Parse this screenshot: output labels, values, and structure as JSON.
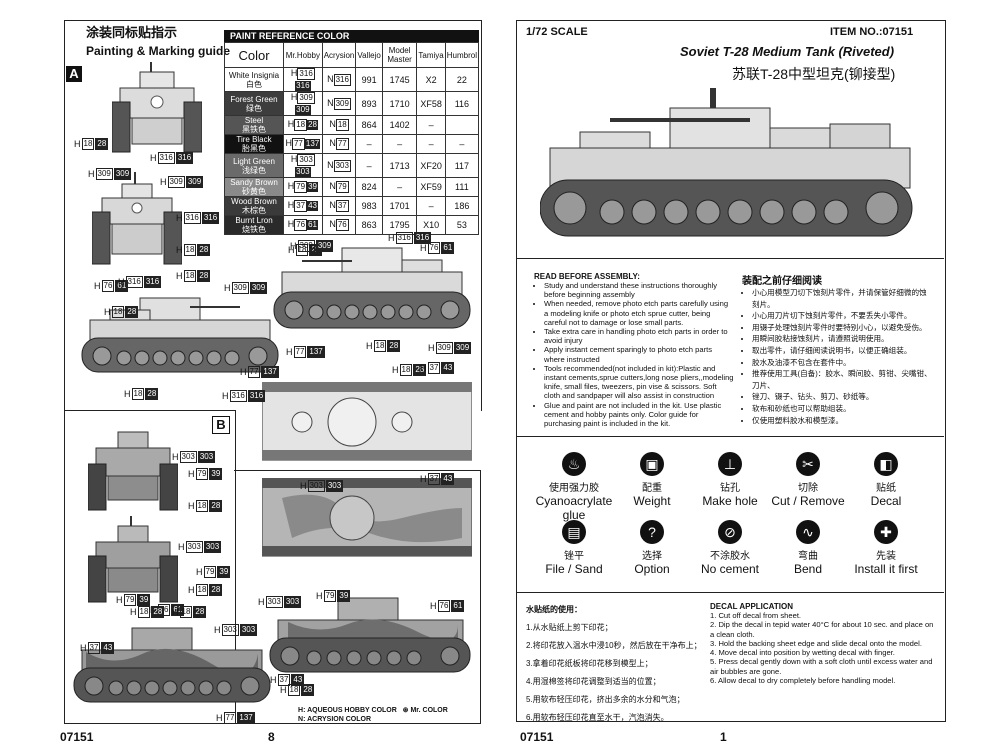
{
  "left_page": {
    "title_cn": "涂装同标贴指示",
    "title_en": "Painting & Marking guide",
    "section_a": "A",
    "section_b": "B",
    "page_code": "07151",
    "page_number": "8",
    "paint_table": {
      "header_title": "PAINT REFERENCE COLOR",
      "columns": [
        "Color",
        "Mr.Hobby",
        "Acrysion",
        "Vallejo",
        "Model Master",
        "Tamiya",
        "Humbrol"
      ],
      "rows": [
        {
          "name": "White Insignia",
          "cn": "白色",
          "swatch": "#ffffff",
          "text_color": "#111111",
          "hobby_h": "316",
          "hobby_d": "316",
          "acry": "316",
          "vallejo": "991",
          "mm": "1745",
          "tamiya": "X2",
          "humbrol": "22"
        },
        {
          "name": "Forest Green",
          "cn": "绿色",
          "swatch": "#3d3d3d",
          "text_color": "#ffffff",
          "hobby_h": "309",
          "hobby_d": "309",
          "acry": "309",
          "vallejo": "893",
          "mm": "1710",
          "tamiya": "XF58",
          "humbrol": "116"
        },
        {
          "name": "Steel",
          "cn": "黑铁色",
          "swatch": "#555555",
          "text_color": "#ffffff",
          "hobby_h": "18",
          "hobby_d": "28",
          "acry": "18",
          "vallejo": "864",
          "mm": "1402",
          "tamiya": "–",
          "humbrol": ""
        },
        {
          "name": "Tire Black",
          "cn": "胎黑色",
          "swatch": "#111111",
          "text_color": "#ffffff",
          "hobby_h": "77",
          "hobby_d": "137",
          "acry": "77",
          "vallejo": "–",
          "mm": "–",
          "tamiya": "–",
          "humbrol": "–"
        },
        {
          "name": "Light Green",
          "cn": "浅绿色",
          "swatch": "#6a6a6a",
          "text_color": "#ffffff",
          "hobby_h": "303",
          "hobby_d": "303",
          "acry": "303",
          "vallejo": "–",
          "mm": "1713",
          "tamiya": "XF20",
          "humbrol": "117"
        },
        {
          "name": "Sandy Brown",
          "cn": "砂黄色",
          "swatch": "#8a8a8a",
          "text_color": "#ffffff",
          "hobby_h": "79",
          "hobby_d": "39",
          "acry": "79",
          "vallejo": "824",
          "mm": "–",
          "tamiya": "XF59",
          "humbrol": "111"
        },
        {
          "name": "Wood Brown",
          "cn": "木棕色",
          "swatch": "#3a3a3a",
          "text_color": "#ffffff",
          "hobby_h": "37",
          "hobby_d": "43",
          "acry": "37",
          "vallejo": "983",
          "mm": "1701",
          "tamiya": "–",
          "humbrol": "186"
        },
        {
          "name": "Burnt Lron",
          "cn": "烧铁色",
          "swatch": "#2a2a2a",
          "text_color": "#ffffff",
          "hobby_h": "76",
          "hobby_d": "61",
          "acry": "76",
          "vallejo": "863",
          "mm": "1795",
          "tamiya": "X10",
          "humbrol": "53"
        }
      ]
    },
    "legend_h": "H",
    "legend_h_text": "AQUEOUS HOBBY COLOR",
    "legend_mr": "Mr. COLOR",
    "legend_n": "N",
    "legend_n_text": "ACRYSION COLOR"
  },
  "right_page": {
    "scale": "1/72 SCALE",
    "item_no": "ITEM NO.:07151",
    "product_title_en": "Soviet T-28 Medium Tank (Riveted)",
    "product_title_cn": "苏联T-28中型坦克(铆接型)",
    "read_before_title": "READ BEFORE ASSEMBLY:",
    "read_before_items": [
      "Study and understand these instructions thoroughly before beginning assembly",
      "When needed, remove photo etch parts carefully using a modeling knife or photo etch sprue cutter, being careful not to damage or lose small parts.",
      "Take extra care in handling photo etch parts in order to avoid injury",
      "Apply instant cement sparingly to photo etch parts where instructed",
      "Tools recommended(not included in kit):Plastic and instant cements,sprue cutters,long nose pliers,,modeling knife, small files, tweezers, pin vise & scissors. Soft cloth and sandpaper will also assist in construction",
      "Glue and paint are not included in the kit. Use plastic cement and hobby paints only. Color guide for purchasing paint is included in the kit."
    ],
    "cn_notes_title": "装配之前仔细阅读",
    "cn_notes": [
      "小心用模型刀切下蚀刻片零件，并请保管好细微的蚀刻片。",
      "小心用刀片切下蚀刻片零件，不要丢失小零件。",
      "用镊子处理蚀刻片零件时要特别小心，以避免受伤。",
      "用瞬间胶粘接蚀刻片，请遵照说明使用。",
      "取出零件，请仔细阅读说明书，以便正确组装。",
      "胶水及油漆不包含在套件中。",
      "推荐使用工具(自备)：胶水、瞬间胶、剪钳、尖嘴钳、刀片、",
      "锉刀、镊子、钻头、剪刀、砂纸等。",
      "软布和砂纸也可以帮助组装。",
      "仅使用塑料胶水和模型漆。"
    ],
    "tools": [
      {
        "icon": "glue-icon",
        "glyph": "♨",
        "cn": "使用强力胶",
        "en": "Cyanoacrylate glue"
      },
      {
        "icon": "weight-icon",
        "glyph": "▣",
        "cn": "配重",
        "en": "Weight"
      },
      {
        "icon": "drill-icon",
        "glyph": "⊥",
        "cn": "钻孔",
        "en": "Make hole"
      },
      {
        "icon": "cut-icon",
        "glyph": "✂",
        "cn": "切除",
        "en": "Cut / Remove"
      },
      {
        "icon": "decal-icon",
        "glyph": "◧",
        "cn": "贴纸",
        "en": "Decal"
      },
      {
        "icon": "file-icon",
        "glyph": "▤",
        "cn": "锉平",
        "en": "File / Sand"
      },
      {
        "icon": "option-icon",
        "glyph": "?",
        "cn": "选择",
        "en": "Option"
      },
      {
        "icon": "no-cement-icon",
        "glyph": "⊘",
        "cn": "不涂胶水",
        "en": "No cement"
      },
      {
        "icon": "bend-icon",
        "glyph": "∿",
        "cn": "弯曲",
        "en": "Bend"
      },
      {
        "icon": "install-first-icon",
        "glyph": "✚",
        "cn": "先装",
        "en": "Install it first"
      }
    ],
    "decal_cn_title": "水贴纸的使用：",
    "decal_cn_steps": [
      "1.从水贴纸上剪下印花；",
      "2.将印花放入温水中浸10秒，然后放在干净布上；",
      "3.拿着印花纸板将印花移到模型上；",
      "4.用湿棉签将印花调整到适当的位置；",
      "5.用软布轻压印花，挤出多余的水分和气泡；",
      "6.用软布轻压印花直至水干，汽泡消失。"
    ],
    "decal_en_title": "DECAL APPLICATION",
    "decal_en_steps": [
      "1. Cut off decal from sheet.",
      "2. Dip the decal in tepid water 40°C for about 10 sec. and place on a clean cloth.",
      "3. Hold the backing sheet edge and slide decal onto the model.",
      "4. Move decal into position by wetting decal with finger.",
      "5. Press decal gently down with a soft cloth until excess water and air bubbles are gone.",
      "6. Allow decal to dry completely before handling model."
    ],
    "page_code": "07151",
    "page_number": "1"
  },
  "callouts_a": [
    {
      "h": "H",
      "a": "18",
      "b": "28"
    },
    {
      "h": "H",
      "a": "316",
      "b": "316"
    },
    {
      "h": "H",
      "a": "309",
      "b": "309"
    },
    {
      "h": "H",
      "a": "309",
      "b": "309"
    },
    {
      "h": "H",
      "a": "316",
      "b": "316"
    },
    {
      "h": "H",
      "a": "18",
      "b": "28"
    },
    {
      "h": "H",
      "a": "18",
      "b": "28"
    },
    {
      "h": "H",
      "a": "309",
      "b": "309"
    },
    {
      "h": "H",
      "a": "316",
      "b": "316"
    },
    {
      "h": "H",
      "a": "76",
      "b": "61"
    },
    {
      "h": "H",
      "a": "76",
      "b": "61"
    },
    {
      "h": "H",
      "a": "316",
      "b": "316"
    },
    {
      "h": "H",
      "a": "18",
      "b": "28"
    },
    {
      "h": "H",
      "a": "309",
      "b": "309"
    },
    {
      "h": "H",
      "a": "18",
      "b": "28"
    },
    {
      "h": "H",
      "a": "77",
      "b": "137"
    },
    {
      "h": "H",
      "a": "77",
      "b": "137"
    },
    {
      "h": "H",
      "a": "18",
      "b": "28"
    },
    {
      "h": "H",
      "a": "18",
      "b": "28"
    },
    {
      "h": "H",
      "a": "37",
      "b": "43"
    },
    {
      "h": "H",
      "a": "309",
      "b": "309"
    },
    {
      "h": "H",
      "a": "18",
      "b": "28"
    },
    {
      "h": "H",
      "a": "316",
      "b": "316"
    }
  ],
  "callouts_b": [
    {
      "h": "H",
      "a": "303",
      "b": "303"
    },
    {
      "h": "H",
      "a": "79",
      "b": "39"
    },
    {
      "h": "H",
      "a": "18",
      "b": "28"
    },
    {
      "h": "H",
      "a": "303",
      "b": "303"
    },
    {
      "h": "H",
      "a": "37",
      "b": "43"
    },
    {
      "h": "H",
      "a": "303",
      "b": "303"
    },
    {
      "h": "H",
      "a": "79",
      "b": "39"
    },
    {
      "h": "H",
      "a": "18",
      "b": "28"
    },
    {
      "h": "H",
      "a": "79",
      "b": "39"
    },
    {
      "h": "H",
      "a": "76",
      "b": "61"
    },
    {
      "h": "H",
      "a": "303",
      "b": "303"
    },
    {
      "h": "H",
      "a": "76",
      "b": "61"
    },
    {
      "h": "H",
      "a": "18",
      "b": "28"
    },
    {
      "h": "H",
      "a": "18",
      "b": "28"
    },
    {
      "h": "H",
      "a": "79",
      "b": "39"
    },
    {
      "h": "H",
      "a": "303",
      "b": "303"
    },
    {
      "h": "H",
      "a": "37",
      "b": "43"
    },
    {
      "h": "H",
      "a": "37",
      "b": "43"
    },
    {
      "h": "H",
      "a": "18",
      "b": "28"
    },
    {
      "h": "H",
      "a": "77",
      "b": "137"
    }
  ]
}
